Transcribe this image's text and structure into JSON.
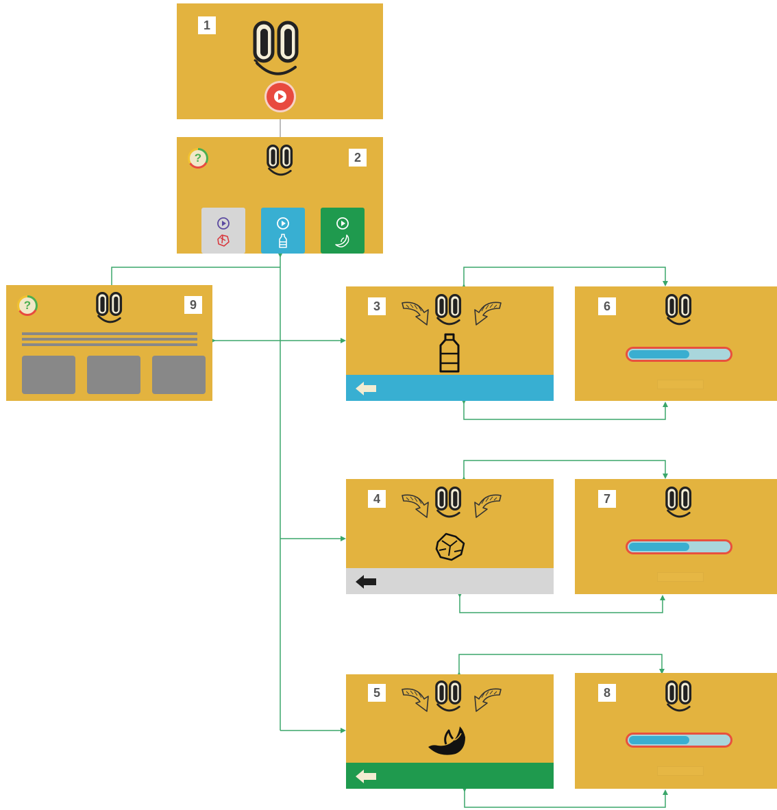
{
  "colors": {
    "screen_bg": "#e3b33f",
    "connector": "#3aa66a",
    "connector_gray": "#bbbbbb",
    "blue": "#38afd2",
    "green": "#1f9a4e",
    "light_gray": "#d6d6d6",
    "red": "#e84a3f"
  },
  "screens": {
    "s1": {
      "number": "1"
    },
    "s2": {
      "number": "2",
      "tiles": [
        {
          "category": "paper",
          "icon": "crumpled-paper-icon"
        },
        {
          "category": "plastic",
          "icon": "bottle-icon"
        },
        {
          "category": "organic",
          "icon": "banana-peel-icon"
        }
      ]
    },
    "s3": {
      "number": "3",
      "item_icon": "bottle-icon",
      "back_icon": "back-arrow-icon"
    },
    "s4": {
      "number": "4",
      "item_icon": "crumpled-paper-icon",
      "back_icon": "back-arrow-icon"
    },
    "s5": {
      "number": "5",
      "item_icon": "banana-peel-icon",
      "back_icon": "back-arrow-icon"
    },
    "s6": {
      "number": "6",
      "progress": 0.6
    },
    "s7": {
      "number": "7",
      "progress": 0.6
    },
    "s8": {
      "number": "8",
      "progress": 0.6
    },
    "s9": {
      "number": "9",
      "text_lines": 3,
      "boxes": 3
    }
  }
}
